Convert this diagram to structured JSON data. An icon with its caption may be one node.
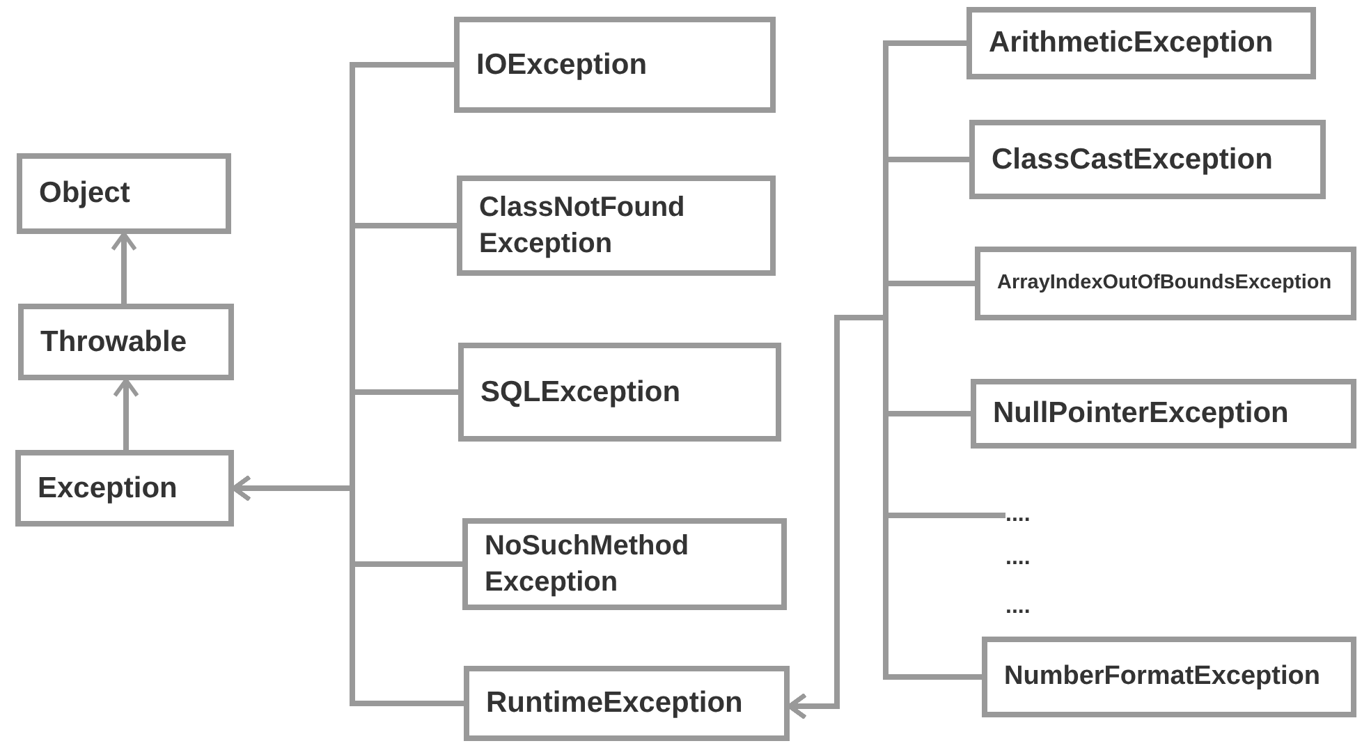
{
  "diagram": {
    "nodes": [
      {
        "text": [
          "Object"
        ]
      },
      {
        "text": [
          "Throwable"
        ]
      },
      {
        "text": [
          "Exception"
        ]
      },
      {
        "text": [
          "IOException"
        ]
      },
      {
        "text": [
          "ClassNotFound Exception"
        ]
      },
      {
        "text": [
          "SQLException"
        ]
      },
      {
        "text": [
          "NoSuchMethod Exception"
        ]
      },
      {
        "text": [
          "RuntimeException"
        ]
      },
      {
        "text": [
          "ArithmeticException"
        ]
      },
      {
        "text": [
          "ClassCastException"
        ]
      },
      {
        "text": [
          "ArrayIndexOutOfBoundsException"
        ]
      },
      {
        "text": [
          "NullPointerException"
        ]
      },
      {
        "text": [
          "...."
        ]
      },
      {
        "text": [
          "NumberFormatException"
        ]
      }
    ],
    "edges": [
      {
        "from": 1,
        "to": 0,
        "arrow": "to"
      },
      {
        "from": 2,
        "to": 1,
        "arrow": "to"
      },
      {
        "from": 3,
        "to": 2,
        "arrow": "to"
      },
      {
        "from": 4,
        "to": 2,
        "arrow": "to"
      },
      {
        "from": 5,
        "to": 2,
        "arrow": "to"
      },
      {
        "from": 6,
        "to": 2,
        "arrow": "to"
      },
      {
        "from": 7,
        "to": 2,
        "arrow": "to"
      },
      {
        "from": 8,
        "to": 7,
        "arrow": "to"
      },
      {
        "from": 9,
        "to": 7,
        "arrow": "to"
      },
      {
        "from": 10,
        "to": 7,
        "arrow": "to"
      },
      {
        "from": 11,
        "to": 7,
        "arrow": "to"
      },
      {
        "from": 12,
        "to": 7,
        "arrow": "to"
      },
      {
        "from": 13,
        "to": 7,
        "arrow": "to"
      }
    ],
    "labels": [
      "....",
      "...."
    ]
  }
}
